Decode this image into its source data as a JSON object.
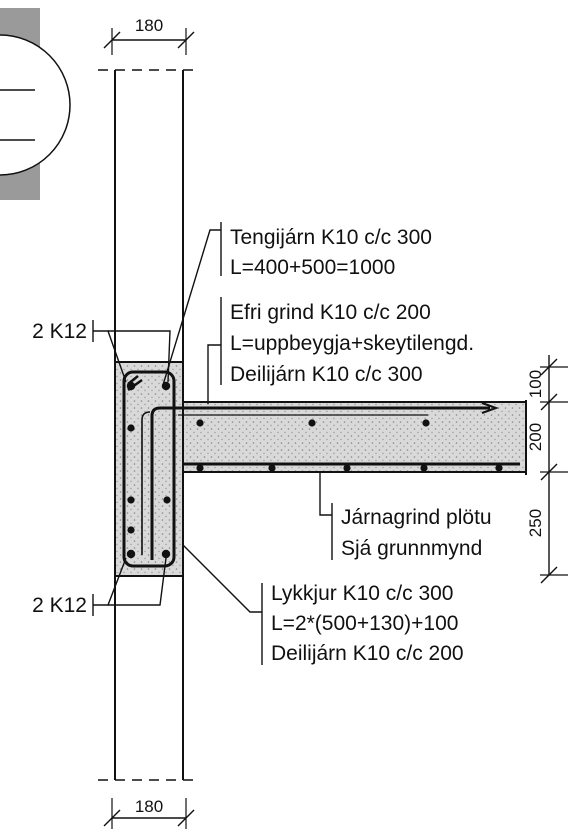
{
  "colors": {
    "ink": "#111111",
    "concrete": "#d6d6d6",
    "detail_fill": "#aaaaaa"
  },
  "dimensions": {
    "wall_width_top": "180",
    "wall_width_bottom": "180",
    "slab_top_cover": "100",
    "slab_depth": "200",
    "below_slab": "250"
  },
  "labels": {
    "tengijarn": [
      "Tengijárn K10 c/c 300",
      "L=400+500=1000"
    ],
    "efri_grind": [
      "Efri grind K10 c/c 200",
      "L=uppbeygja+skeytilengd.",
      "Deilijárn K10 c/c 300"
    ],
    "jarnagrind": [
      "Járnagrind plötu",
      "Sjá grunnmynd"
    ],
    "lykkjur": [
      "Lykkjur K10 c/c 300",
      "L=2*(500+130)+100",
      "Deilijárn K10 c/c 200"
    ],
    "bars_top": "2 K12",
    "bars_bottom": "2 K12"
  }
}
